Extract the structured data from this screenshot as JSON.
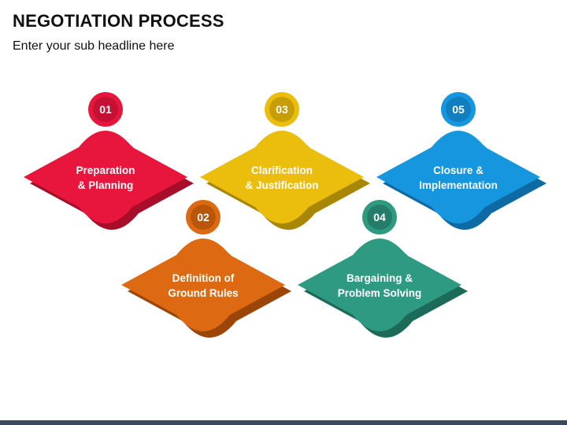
{
  "header": {
    "title": "NEGOTIATION PROCESS",
    "subtitle": "Enter your sub headline here"
  },
  "steps": [
    {
      "number": "01",
      "line1": "Preparation",
      "line2": "& Planning",
      "color": "#e8163c",
      "shadow": "#a80e2a",
      "dark": "#c41032"
    },
    {
      "number": "02",
      "line1": "Definition of",
      "line2": "Ground Rules",
      "color": "#dd6a12",
      "shadow": "#9c4508",
      "dark": "#b8560c"
    },
    {
      "number": "03",
      "line1": "Clarification",
      "line2": "& Justification",
      "color": "#ebbd0c",
      "shadow": "#a88706",
      "dark": "#c79e08"
    },
    {
      "number": "04",
      "line1": "Bargaining &",
      "line2": "Problem Solving",
      "color": "#2f9a82",
      "shadow": "#1c6a58",
      "dark": "#237d69"
    },
    {
      "number": "05",
      "line1": "Closure &",
      "line2": "Implementation",
      "color": "#1596de",
      "shadow": "#0d6aa3",
      "dark": "#117ec0"
    }
  ]
}
